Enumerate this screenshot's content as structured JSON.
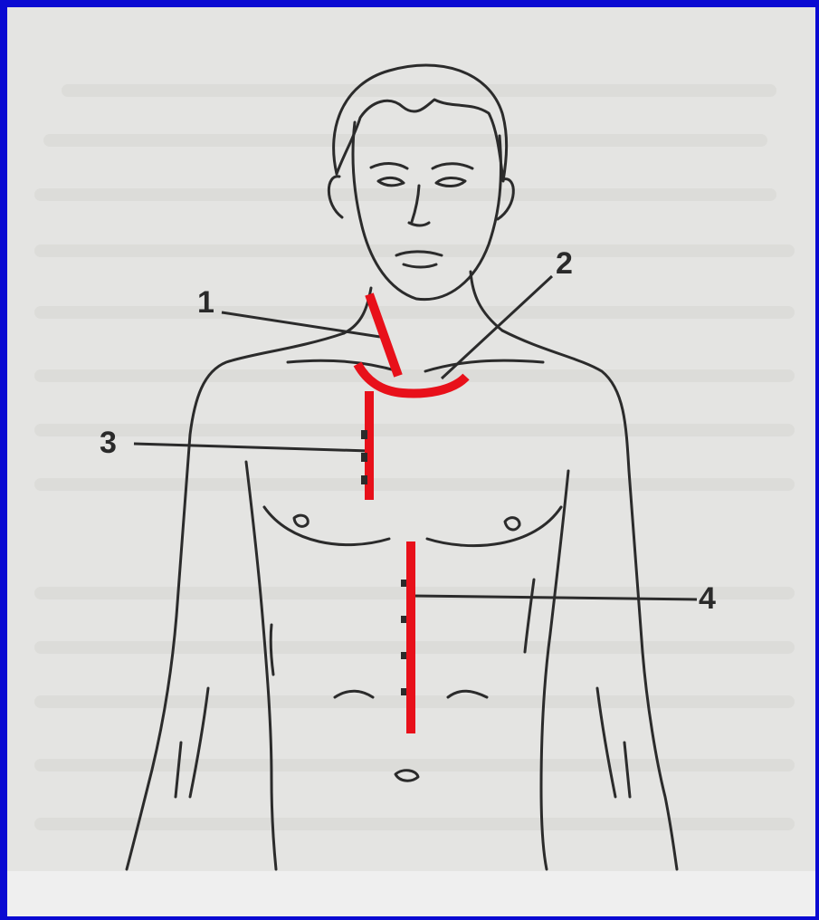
{
  "diagram": {
    "callouts": [
      {
        "id": "1",
        "label": "1"
      },
      {
        "id": "2",
        "label": "2"
      },
      {
        "id": "3",
        "label": "3"
      },
      {
        "id": "4",
        "label": "4"
      }
    ],
    "colors": {
      "frame_border": "#0a0ad2",
      "background": "#e4e4e2",
      "sketch_line": "#2b2b2b",
      "incision_line": "#e8101a"
    }
  }
}
